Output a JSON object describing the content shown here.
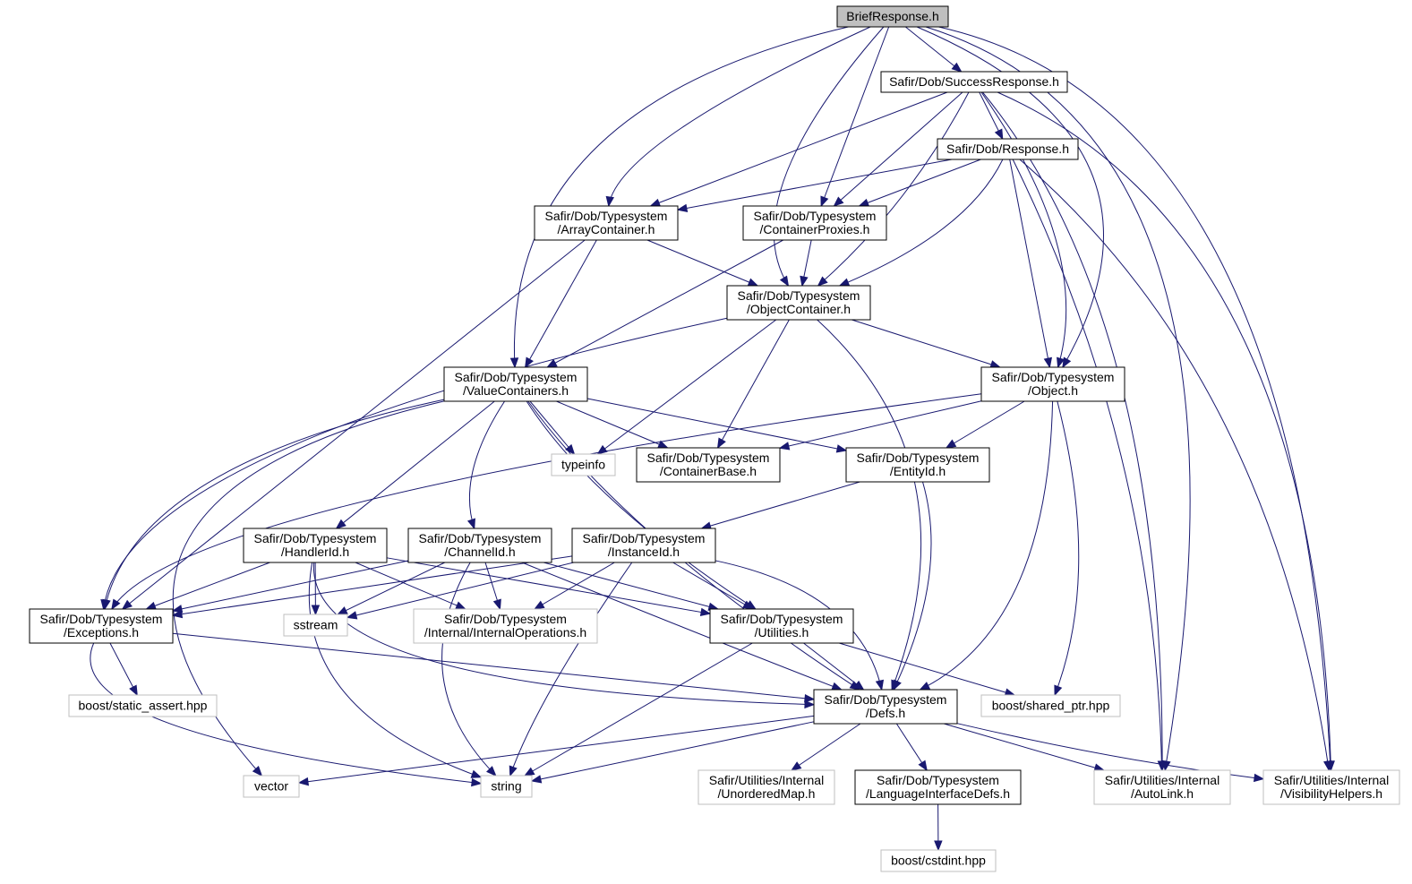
{
  "graph": {
    "nodes": [
      {
        "id": "brief",
        "lines": [
          "BriefResponse.h"
        ],
        "kind": "root"
      },
      {
        "id": "success",
        "lines": [
          "Safir/Dob/SuccessResponse.h"
        ],
        "kind": "documented"
      },
      {
        "id": "response",
        "lines": [
          "Safir/Dob/Response.h"
        ],
        "kind": "documented"
      },
      {
        "id": "array",
        "lines": [
          "Safir/Dob/Typesystem",
          "/ArrayContainer.h"
        ],
        "kind": "documented"
      },
      {
        "id": "proxies",
        "lines": [
          "Safir/Dob/Typesystem",
          "/ContainerProxies.h"
        ],
        "kind": "documented"
      },
      {
        "id": "objcont",
        "lines": [
          "Safir/Dob/Typesystem",
          "/ObjectContainer.h"
        ],
        "kind": "documented"
      },
      {
        "id": "valcont",
        "lines": [
          "Safir/Dob/Typesystem",
          "/ValueContainers.h"
        ],
        "kind": "documented"
      },
      {
        "id": "object",
        "lines": [
          "Safir/Dob/Typesystem",
          "/Object.h"
        ],
        "kind": "documented"
      },
      {
        "id": "typeinfo",
        "lines": [
          "typeinfo"
        ],
        "kind": "external"
      },
      {
        "id": "contbase",
        "lines": [
          "Safir/Dob/Typesystem",
          "/ContainerBase.h"
        ],
        "kind": "documented"
      },
      {
        "id": "entityid",
        "lines": [
          "Safir/Dob/Typesystem",
          "/EntityId.h"
        ],
        "kind": "documented"
      },
      {
        "id": "handlerid",
        "lines": [
          "Safir/Dob/Typesystem",
          "/HandlerId.h"
        ],
        "kind": "documented"
      },
      {
        "id": "channelid",
        "lines": [
          "Safir/Dob/Typesystem",
          "/ChannelId.h"
        ],
        "kind": "documented"
      },
      {
        "id": "instanceid",
        "lines": [
          "Safir/Dob/Typesystem",
          "/InstanceId.h"
        ],
        "kind": "documented"
      },
      {
        "id": "exceptions",
        "lines": [
          "Safir/Dob/Typesystem",
          "/Exceptions.h"
        ],
        "kind": "documented"
      },
      {
        "id": "sstream",
        "lines": [
          "sstream"
        ],
        "kind": "external"
      },
      {
        "id": "internalops",
        "lines": [
          "Safir/Dob/Typesystem",
          "/Internal/InternalOperations.h"
        ],
        "kind": "external"
      },
      {
        "id": "utilities",
        "lines": [
          "Safir/Dob/Typesystem",
          "/Utilities.h"
        ],
        "kind": "documented"
      },
      {
        "id": "staticassert",
        "lines": [
          "boost/static_assert.hpp"
        ],
        "kind": "external"
      },
      {
        "id": "defs",
        "lines": [
          "Safir/Dob/Typesystem",
          "/Defs.h"
        ],
        "kind": "documented"
      },
      {
        "id": "sharedptr",
        "lines": [
          "boost/shared_ptr.hpp"
        ],
        "kind": "external"
      },
      {
        "id": "vector",
        "lines": [
          "vector"
        ],
        "kind": "external"
      },
      {
        "id": "string",
        "lines": [
          "string"
        ],
        "kind": "external"
      },
      {
        "id": "unordered",
        "lines": [
          "Safir/Utilities/Internal",
          "/UnorderedMap.h"
        ],
        "kind": "external"
      },
      {
        "id": "langdefs",
        "lines": [
          "Safir/Dob/Typesystem",
          "/LanguageInterfaceDefs.h"
        ],
        "kind": "documented"
      },
      {
        "id": "autolink",
        "lines": [
          "Safir/Utilities/Internal",
          "/AutoLink.h"
        ],
        "kind": "external"
      },
      {
        "id": "vishelpers",
        "lines": [
          "Safir/Utilities/Internal",
          "/VisibilityHelpers.h"
        ],
        "kind": "external"
      },
      {
        "id": "cstdint",
        "lines": [
          "boost/cstdint.hpp"
        ],
        "kind": "external"
      }
    ],
    "edges": [
      [
        "brief",
        "success"
      ],
      [
        "brief",
        "array"
      ],
      [
        "brief",
        "proxies"
      ],
      [
        "brief",
        "objcont"
      ],
      [
        "brief",
        "valcont"
      ],
      [
        "brief",
        "object"
      ],
      [
        "brief",
        "autolink"
      ],
      [
        "brief",
        "vishelpers"
      ],
      [
        "success",
        "response"
      ],
      [
        "success",
        "array"
      ],
      [
        "success",
        "proxies"
      ],
      [
        "success",
        "objcont"
      ],
      [
        "success",
        "object"
      ],
      [
        "success",
        "autolink"
      ],
      [
        "success",
        "vishelpers"
      ],
      [
        "response",
        "array"
      ],
      [
        "response",
        "proxies"
      ],
      [
        "response",
        "objcont"
      ],
      [
        "response",
        "object"
      ],
      [
        "response",
        "autolink"
      ],
      [
        "response",
        "vishelpers"
      ],
      [
        "array",
        "objcont"
      ],
      [
        "array",
        "valcont"
      ],
      [
        "array",
        "exceptions"
      ],
      [
        "proxies",
        "objcont"
      ],
      [
        "proxies",
        "valcont"
      ],
      [
        "objcont",
        "object"
      ],
      [
        "objcont",
        "typeinfo"
      ],
      [
        "objcont",
        "contbase"
      ],
      [
        "objcont",
        "exceptions"
      ],
      [
        "objcont",
        "defs"
      ],
      [
        "valcont",
        "typeinfo"
      ],
      [
        "valcont",
        "contbase"
      ],
      [
        "valcont",
        "entityid"
      ],
      [
        "valcont",
        "handlerid"
      ],
      [
        "valcont",
        "channelid"
      ],
      [
        "valcont",
        "exceptions"
      ],
      [
        "valcont",
        "utilities"
      ],
      [
        "valcont",
        "defs"
      ],
      [
        "valcont",
        "vector"
      ],
      [
        "object",
        "contbase"
      ],
      [
        "object",
        "entityid"
      ],
      [
        "object",
        "exceptions"
      ],
      [
        "object",
        "defs"
      ],
      [
        "object",
        "sharedptr"
      ],
      [
        "entityid",
        "instanceid"
      ],
      [
        "entityid",
        "defs"
      ],
      [
        "handlerid",
        "exceptions"
      ],
      [
        "handlerid",
        "sstream"
      ],
      [
        "handlerid",
        "internalops"
      ],
      [
        "handlerid",
        "utilities"
      ],
      [
        "handlerid",
        "defs"
      ],
      [
        "handlerid",
        "string"
      ],
      [
        "channelid",
        "exceptions"
      ],
      [
        "channelid",
        "sstream"
      ],
      [
        "channelid",
        "internalops"
      ],
      [
        "channelid",
        "utilities"
      ],
      [
        "channelid",
        "defs"
      ],
      [
        "channelid",
        "string"
      ],
      [
        "instanceid",
        "exceptions"
      ],
      [
        "instanceid",
        "sstream"
      ],
      [
        "instanceid",
        "internalops"
      ],
      [
        "instanceid",
        "utilities"
      ],
      [
        "instanceid",
        "defs"
      ],
      [
        "instanceid",
        "string"
      ],
      [
        "exceptions",
        "staticassert"
      ],
      [
        "exceptions",
        "defs"
      ],
      [
        "exceptions",
        "string"
      ],
      [
        "utilities",
        "defs"
      ],
      [
        "utilities",
        "sharedptr"
      ],
      [
        "utilities",
        "string"
      ],
      [
        "defs",
        "vector"
      ],
      [
        "defs",
        "string"
      ],
      [
        "defs",
        "unordered"
      ],
      [
        "defs",
        "langdefs"
      ],
      [
        "defs",
        "autolink"
      ],
      [
        "defs",
        "vishelpers"
      ],
      [
        "langdefs",
        "cstdint"
      ]
    ]
  },
  "colors": {
    "edge": "#191970",
    "root_fill": "#bfbfbf",
    "root_border": "#000000",
    "documented_fill": "#ffffff",
    "documented_border": "#000000",
    "external_fill": "#ffffff",
    "external_border": "#bfbfbf"
  }
}
